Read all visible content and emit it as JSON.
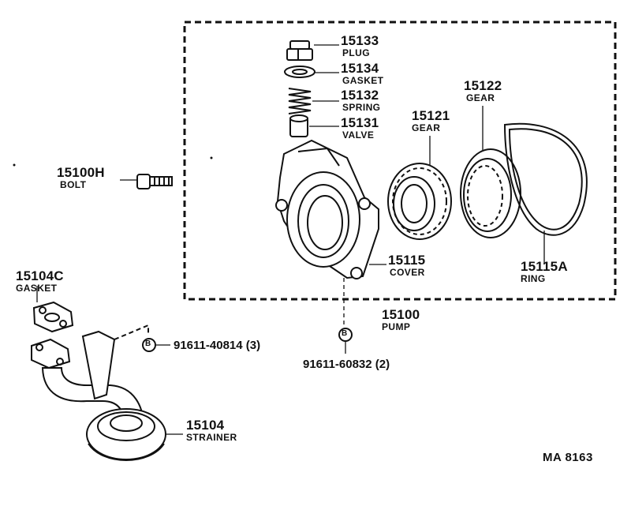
{
  "parts": {
    "p15133": {
      "number": "15133",
      "name": "PLUG"
    },
    "p15134": {
      "number": "15134",
      "name": "GASKET"
    },
    "p15132": {
      "number": "15132",
      "name": "SPRING"
    },
    "p15131": {
      "number": "15131",
      "name": "VALVE"
    },
    "p15121": {
      "number": "15121",
      "name": "GEAR"
    },
    "p15122": {
      "number": "15122",
      "name": "GEAR"
    },
    "p15100H": {
      "number": "15100H",
      "name": "BOLT"
    },
    "p15115": {
      "number": "15115",
      "name": "COVER"
    },
    "p15115A": {
      "number": "15115A",
      "name": "RING"
    },
    "p15104C": {
      "number": "15104C",
      "name": "GASKET"
    },
    "p15100": {
      "number": "15100",
      "name": "PUMP"
    },
    "p15104": {
      "number": "15104",
      "name": "STRAINER"
    }
  },
  "bolts": {
    "b1": {
      "marker": "B",
      "ref": "91611-40814 (3)"
    },
    "b2": {
      "marker": "B",
      "ref": "91611-60832 (2)"
    }
  },
  "diagram_code": "MA  8163"
}
